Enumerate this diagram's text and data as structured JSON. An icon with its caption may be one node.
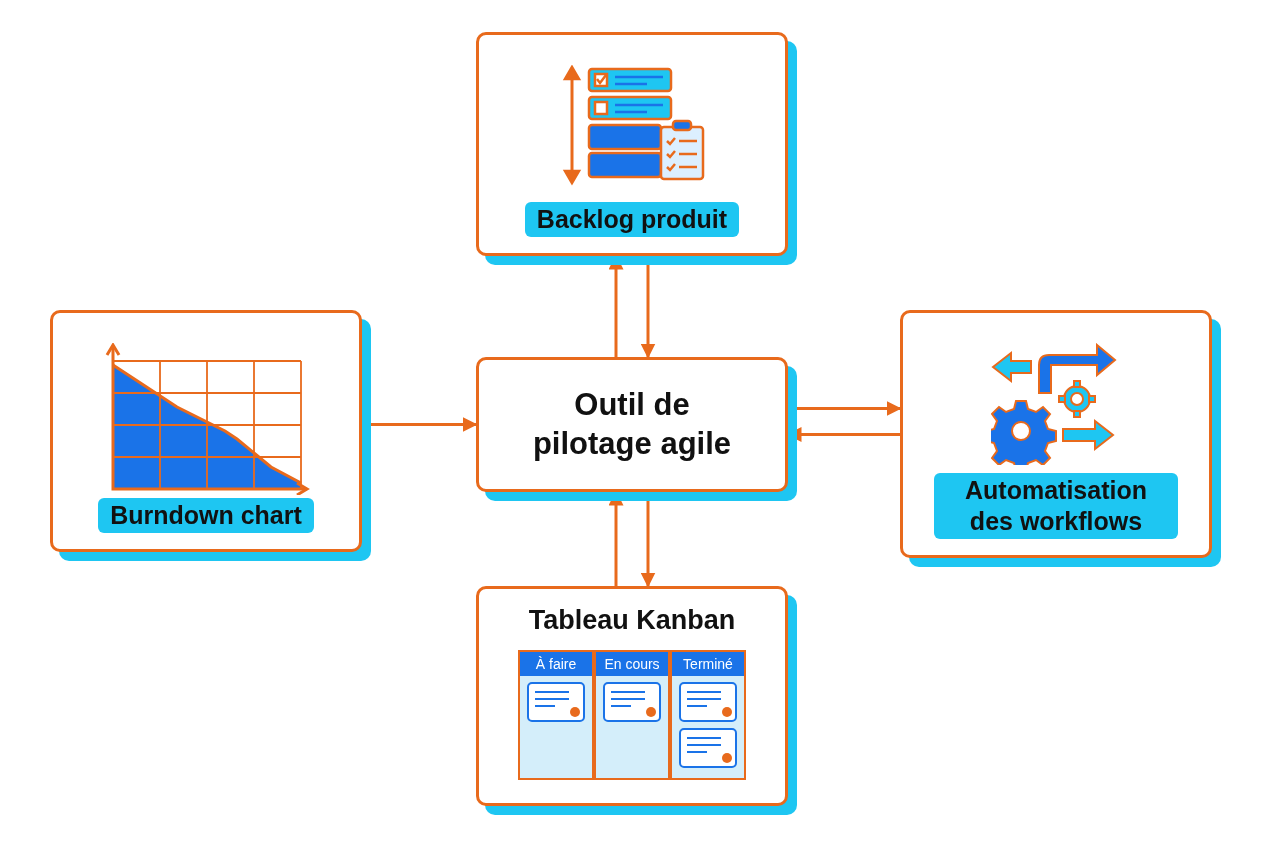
{
  "diagram": {
    "nodes": [
      {
        "text": [
          "Outil de pilotage agile"
        ]
      },
      {
        "text": [
          "Backlog produit"
        ]
      },
      {
        "text": [
          "Burndown chart"
        ]
      },
      {
        "text": [
          "Automatisation des workflows"
        ]
      },
      {
        "text": [
          "Tableau Kanban"
        ]
      },
      {
        "text": [
          "À faire"
        ],
        "in": 4
      },
      {
        "text": [
          "En cours"
        ],
        "in": 4
      },
      {
        "text": [
          "Terminé"
        ],
        "in": 4
      }
    ],
    "edges": [
      {
        "from": 0,
        "to": 1,
        "arrow": "to"
      },
      {
        "from": 1,
        "to": 0,
        "arrow": "to"
      },
      {
        "from": 2,
        "to": 0,
        "arrow": "to"
      },
      {
        "from": 0,
        "to": 3,
        "arrow": "to"
      },
      {
        "from": 3,
        "to": 0,
        "arrow": "to"
      },
      {
        "from": 0,
        "to": 4,
        "arrow": "to"
      },
      {
        "from": 4,
        "to": 0,
        "arrow": "to"
      }
    ]
  }
}
